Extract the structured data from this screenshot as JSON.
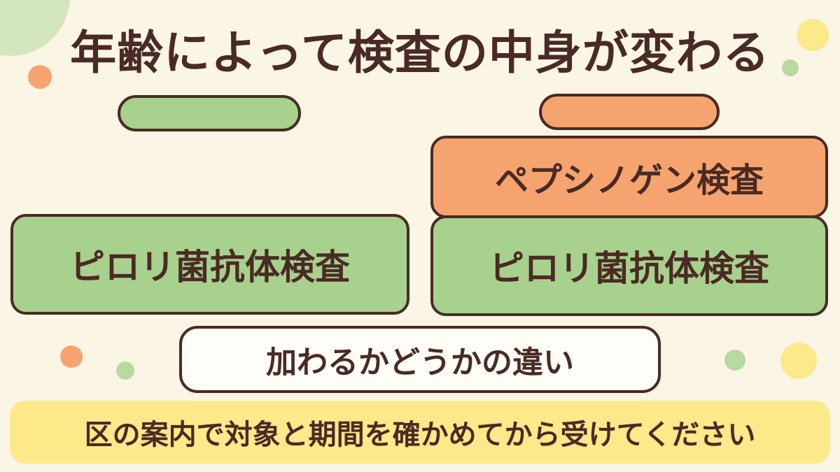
{
  "title": "年齢によって検査の中身が変わる",
  "left_column": {
    "header_color": "#a8d18e",
    "test": "ピロリ菌抗体検査"
  },
  "right_column": {
    "header_color": "#f5a46f",
    "tests": [
      "ペプシノゲン検査",
      "ピロリ菌抗体検査"
    ]
  },
  "difference_label": "加わるかどうかの違い",
  "footer_note": "区の案内で対象と期間を確かめてから受けてください",
  "colors": {
    "background": "#fbf5e6",
    "outline": "#4a2a24",
    "green": "#a8d18e",
    "orange": "#f5a46f",
    "yellow": "#fbe98a",
    "white": "#fffdf8"
  }
}
